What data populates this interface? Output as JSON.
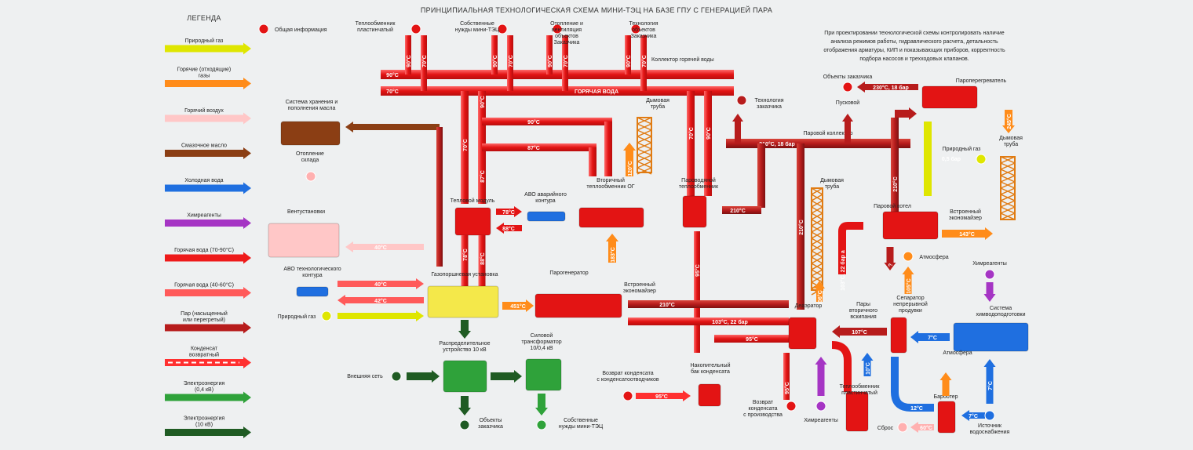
{
  "title": "ПРИНЦИПИАЛЬНАЯ ТЕХНОЛОГИЧЕСКАЯ СХЕМА МИНИ-ТЭЦ НА БАЗЕ ГПУ С ГЕНЕРАЦИЕЙ ПАРА",
  "legend": {
    "heading": "ЛЕГЕНДА",
    "items": [
      {
        "label": [
          "Природный газ"
        ],
        "color": "#dfe600"
      },
      {
        "label": [
          "Горячие (отходящие)",
          "газы"
        ],
        "color": "#ff8c1a"
      },
      {
        "label": [
          "Горячий воздух"
        ],
        "color": "#ffc7c7"
      },
      {
        "label": [
          "Смазочное масло"
        ],
        "color": "#8b3e14"
      },
      {
        "label": [
          "Холодная вода"
        ],
        "color": "#1f6fe0"
      },
      {
        "label": [
          "Химреагенты"
        ],
        "color": "#a535c4"
      },
      {
        "label": [
          "Горячая вода (70-90°С)"
        ],
        "color": "#ee1a1a"
      },
      {
        "label": [
          "Горячая вода (40-60°С)"
        ],
        "color": "#ff5a5a"
      },
      {
        "label": [
          "Пар (насыщенный",
          "или перегретый)"
        ],
        "color": "#b71c1c"
      },
      {
        "label": [
          "Конденсат",
          "возвратный"
        ],
        "color": "#ff3030",
        "dashed": true
      },
      {
        "label": [
          "Электроэнергия",
          "(0,4 кВ)"
        ],
        "color": "#2fa23a"
      },
      {
        "label": [
          "Электроэнергия",
          "(10 кВ)"
        ],
        "color": "#1f5b23"
      }
    ]
  },
  "general_info": "Общая информация",
  "note": [
    "При проектировании технологической схемы контролировать наличие",
    "анализа режимов работы, гидравлического расчета, детальность",
    "отображения арматуры, КИП и показывающих приборов, корректность",
    "подбора насосов и трехходовых клапанов."
  ],
  "labels": {
    "consumer1": [
      "Теплообменник",
      "пластинчатый"
    ],
    "consumer2": [
      "Собственные",
      "нужды мини-ТЭЦ"
    ],
    "consumer3": [
      "Отопление и",
      "вентиляция",
      "объектов",
      "Заказчика"
    ],
    "consumer4": [
      "Технология",
      "объектов",
      "Заказчика"
    ],
    "hot_collector": "Коллектор горячей воды",
    "hot_water": "ГОРЯЧАЯ ВОДА",
    "oil_system": [
      "Система хранения и",
      "пополнения масла"
    ],
    "warehouse_heating": [
      "Отопление",
      "склада"
    ],
    "ventilation": "Вентустановки",
    "abo_tech": [
      "АВО технологического",
      "контура"
    ],
    "gas_left": "Природный газ",
    "heat_module": "Тепловой модуль",
    "abo_emergency": [
      "АВО аварийного",
      "контура"
    ],
    "secondary_hx": [
      "Вторичный",
      "теплообменник ОГ"
    ],
    "chimney1": [
      "Дымовая",
      "труба"
    ],
    "steam_water_hx": [
      "Пароводяной",
      "теплообменник"
    ],
    "gpu": "Газопоршневая установка",
    "steam_generator": "Парогенератор",
    "builtin_econ1": [
      "Встроенный",
      "экономайзер"
    ],
    "switchgear": [
      "Распределительное",
      "устройство 10 кВ"
    ],
    "transformer": [
      "Силовой",
      "трансформатор",
      "10/0,4 кВ"
    ],
    "external_grid": "Внешняя сеть",
    "customer_objects": [
      "Объекты",
      "заказчика"
    ],
    "own_needs": [
      "Собственные",
      "нужды мини-ТЭЦ"
    ],
    "condensate_return": [
      "Возврат конденсата",
      "с конденсатоотводчиков"
    ],
    "storage_tank": [
      "Накопительный",
      "бак конденсата"
    ],
    "customer_tech": [
      "Технология",
      "заказчика"
    ],
    "steam_collector": "Паровой коллектор",
    "starting": "Пусковой",
    "customer_objects2": "Объекты заказчика",
    "superheater": "Пароперегреватель",
    "chimney2": [
      "Дымовая",
      "труба"
    ],
    "gas_right": "Природный газ",
    "steam_boiler": "Паровой котел",
    "builtin_econ2": [
      "Встроенный",
      "экономайзер"
    ],
    "chimney3": [
      "Дымовая",
      "труба"
    ],
    "atmosphere1": "Атмосфера",
    "deaerator": "Деаэратор",
    "flash_steam": [
      "Пары",
      "вторичного",
      "вскипания"
    ],
    "separator": [
      "Сепаратор",
      "непрерывной",
      "продувки"
    ],
    "chemicals_right": "Химреагенты",
    "chem_system": [
      "Система",
      "химводоподготовки"
    ],
    "atmosphere2": "Атмосфера",
    "production_return": [
      "Возврат",
      "конденсата",
      "с производства"
    ],
    "chemicals_bottom": "Химреагенты",
    "plate_hx": [
      "Теплообменник",
      "пластинчатый"
    ],
    "bubbler": "Барботер",
    "discharge": "Сброс",
    "water_source": [
      "Источник",
      "водоснабжения"
    ]
  },
  "temps": {
    "t90": "90°С",
    "t70": "70°С",
    "t87": "87°С",
    "t78": "78°С",
    "t88": "88°С",
    "t40": "40°С",
    "t42": "42°С",
    "t451": "451°С",
    "t183": "183°С",
    "t120": "120°С",
    "t95": "95°С",
    "t210": "210°С",
    "t210_18": "210°С, 18 бар",
    "t230_18": "230°С, 18 бар",
    "t245": "245°С",
    "t143": "143°С",
    "t103_22": "103°С, 22 бар",
    "t103_22v": "103°С, 22 бар а",
    "t106": "106°С",
    "t107": "107°С",
    "t105": "105°С",
    "t7": "7°С",
    "t10": "10°С",
    "t12": "12°С",
    "t60": "60°С",
    "bar05": "0,5 бар",
    "t103": "103°С",
    "tq": "?"
  }
}
